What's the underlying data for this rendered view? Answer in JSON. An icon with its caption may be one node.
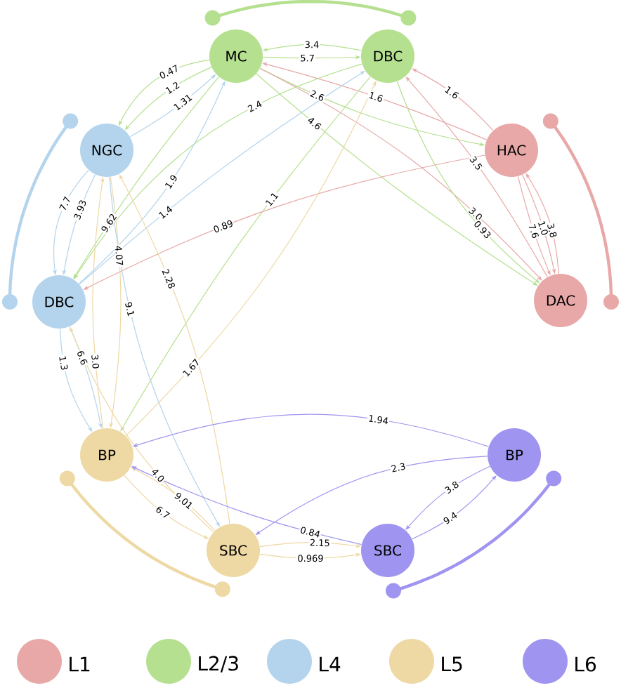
{
  "diagram": {
    "nodes": [
      {
        "text": [
          "MC"
        ]
      },
      {
        "text": [
          "DBC"
        ]
      },
      {
        "text": [
          "HAC"
        ]
      },
      {
        "text": [
          "DAC"
        ]
      },
      {
        "text": [
          "NGC"
        ]
      },
      {
        "text": [
          "DBC"
        ]
      },
      {
        "text": [
          "BP"
        ]
      },
      {
        "text": [
          "SBC"
        ]
      },
      {
        "text": [
          "BP"
        ]
      },
      {
        "text": [
          "SBC"
        ]
      }
    ],
    "edges": [
      {
        "from": 0,
        "to": 4,
        "arrow": "to",
        "label": "0.47",
        "color": "#b5e08f"
      },
      {
        "from": 0,
        "to": 4,
        "arrow": "to",
        "label": "1.2",
        "color": "#b5e08f"
      },
      {
        "from": 4,
        "to": 0,
        "arrow": "to",
        "label": "1.31",
        "color": "#b3d4ec"
      },
      {
        "from": 1,
        "to": 0,
        "arrow": "to",
        "label": "3.4",
        "color": "#b5e08f"
      },
      {
        "from": 2,
        "to": 0,
        "arrow": "to",
        "label": "1.6",
        "color": "#e8a8a8"
      },
      {
        "from": 0,
        "to": 1,
        "arrow": "to",
        "label": "5.7",
        "color": "#b5e08f"
      },
      {
        "from": 0,
        "to": 2,
        "arrow": "to",
        "label": "2.6",
        "color": "#b5e08f"
      },
      {
        "from": 0,
        "to": 3,
        "arrow": "to",
        "label": "4.6",
        "color": "#b5e08f"
      },
      {
        "from": 1,
        "to": 5,
        "arrow": "to",
        "label": "2.4",
        "color": "#b5e08f"
      },
      {
        "from": 1,
        "to": 6,
        "arrow": "to",
        "label": "1.1",
        "color": "#b5e08f"
      },
      {
        "from": 0,
        "to": 5,
        "arrow": "to",
        "label": "9.62",
        "color": "#b5e08f"
      },
      {
        "from": 4,
        "to": 5,
        "arrow": "to",
        "label": "7.7",
        "color": "#b3d4ec"
      },
      {
        "from": 4,
        "to": 5,
        "arrow": "to",
        "label": "3.93",
        "color": "#b3d4ec"
      },
      {
        "from": 5,
        "to": 0,
        "arrow": "to",
        "label": "1.9",
        "color": "#b3d4ec"
      },
      {
        "from": 5,
        "to": 1,
        "arrow": "to",
        "label": "1.4",
        "color": "#b3d4ec"
      },
      {
        "from": 2,
        "to": 5,
        "arrow": "to",
        "label": "0.89",
        "color": "#e8a8a8"
      },
      {
        "from": 6,
        "to": 4,
        "arrow": "to",
        "label": "3.0",
        "color": "#eed8a4"
      },
      {
        "from": 4,
        "to": 7,
        "arrow": "to",
        "label": "9.1",
        "color": "#b3d4ec"
      },
      {
        "from": 2,
        "to": 1,
        "arrow": "to",
        "label": "1.6",
        "color": "#e8a8a8"
      },
      {
        "from": 3,
        "to": 1,
        "arrow": "to",
        "label": "3.5",
        "color": "#e8a8a8"
      },
      {
        "from": 0,
        "to": 3,
        "arrow": "to",
        "label": "3.0",
        "color": "#e8a8a8"
      },
      {
        "from": 1,
        "to": 3,
        "arrow": "to",
        "label": "0.93",
        "color": "#b5e08f"
      },
      {
        "from": 2,
        "to": 3,
        "arrow": "to",
        "label": "1.0",
        "color": "#e8a8a8"
      },
      {
        "from": 2,
        "to": 3,
        "arrow": "to",
        "label": "7.6",
        "color": "#e8a8a8"
      },
      {
        "from": 3,
        "to": 2,
        "arrow": "to",
        "label": "3.8",
        "color": "#e8a8a8"
      },
      {
        "from": 5,
        "to": 6,
        "arrow": "to",
        "label": "1.3",
        "color": "#b3d4ec"
      },
      {
        "from": 5,
        "to": 6,
        "arrow": "to",
        "label": "6.6",
        "color": "#b3d4ec"
      },
      {
        "from": 4,
        "to": 6,
        "arrow": "to",
        "label": "4.07",
        "color": "#eed8a4"
      },
      {
        "from": 6,
        "to": 1,
        "arrow": "to",
        "label": "1.67",
        "color": "#eed8a4"
      },
      {
        "from": 7,
        "to": 4,
        "arrow": "to",
        "label": "2.28",
        "color": "#eed8a4"
      },
      {
        "from": 7,
        "to": 5,
        "arrow": "to",
        "label": "4.0",
        "color": "#eed8a4"
      },
      {
        "from": 7,
        "to": 6,
        "arrow": "to",
        "label": "9.01",
        "color": "#eed8a4"
      },
      {
        "from": 6,
        "to": 7,
        "arrow": "to",
        "label": "6.7",
        "color": "#eed8a4"
      },
      {
        "from": 7,
        "to": 9,
        "arrow": "to",
        "label": "2.15",
        "color": "#eed8a4"
      },
      {
        "from": 7,
        "to": 9,
        "arrow": "to",
        "label": "0.969",
        "color": "#eed8a4"
      },
      {
        "from": 8,
        "to": 6,
        "arrow": "to",
        "label": "1.94",
        "color": "#9f94ef"
      },
      {
        "from": 8,
        "to": 7,
        "arrow": "to",
        "label": "2.3",
        "color": "#9f94ef"
      },
      {
        "from": 9,
        "to": 6,
        "arrow": "to",
        "label": "0.84",
        "color": "#9f94ef"
      },
      {
        "from": 8,
        "to": 9,
        "arrow": "to",
        "label": "3.8",
        "color": "#9f94ef"
      },
      {
        "from": 9,
        "to": 8,
        "arrow": "to",
        "label": "9.4",
        "color": "#9f94ef"
      }
    ],
    "legend": [
      {
        "text": "L1",
        "color": "#e8a8a8"
      },
      {
        "text": "L2/3",
        "color": "#b5e08f"
      },
      {
        "text": "L4",
        "color": "#b3d4ec"
      },
      {
        "text": "L5",
        "color": "#eed8a4"
      },
      {
        "text": "L6",
        "color": "#9f94ef"
      }
    ]
  }
}
